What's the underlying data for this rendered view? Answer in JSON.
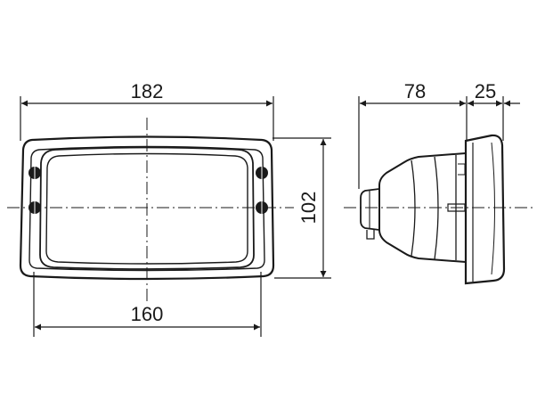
{
  "drawing": {
    "dimensions": {
      "front_width": "182",
      "inner_width": "160",
      "height": "102",
      "side_depth": "78",
      "flange_depth": "25"
    }
  },
  "colors": {
    "line": "#1a1a1a",
    "background": "#ffffff"
  }
}
